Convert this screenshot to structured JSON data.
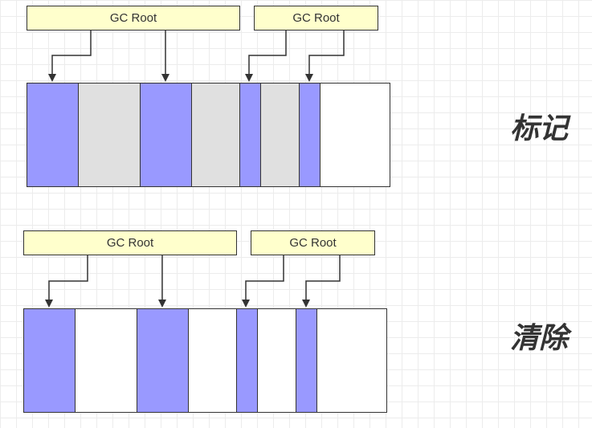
{
  "colors": {
    "reachable": "#9999ff",
    "garbage": "#e0e0e0",
    "free": "#ffffff",
    "root_fill": "#ffffcc"
  },
  "phases": [
    {
      "label": "标记",
      "roots": [
        "GC Root",
        "GC Root"
      ],
      "cells": [
        "reachable",
        "garbage",
        "reachable",
        "garbage",
        "reachable",
        "garbage",
        "reachable",
        "free"
      ]
    },
    {
      "label": "清除",
      "roots": [
        "GC Root",
        "GC Root"
      ],
      "cells": [
        "reachable",
        "free",
        "reachable",
        "free",
        "reachable",
        "free",
        "reachable",
        "free"
      ]
    }
  ]
}
